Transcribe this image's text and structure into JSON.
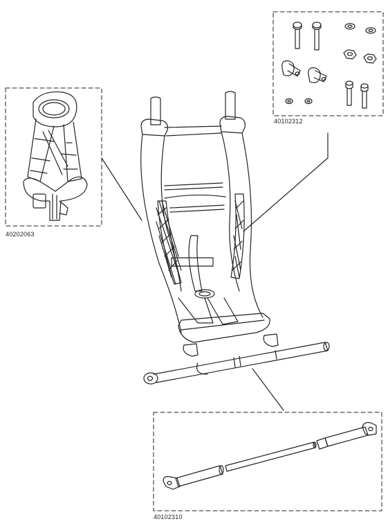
{
  "parts": [
    {
      "id": "harness",
      "part_number": "40202063"
    },
    {
      "id": "hardware",
      "part_number": "40102312"
    },
    {
      "id": "bar",
      "part_number": "40102310"
    }
  ]
}
